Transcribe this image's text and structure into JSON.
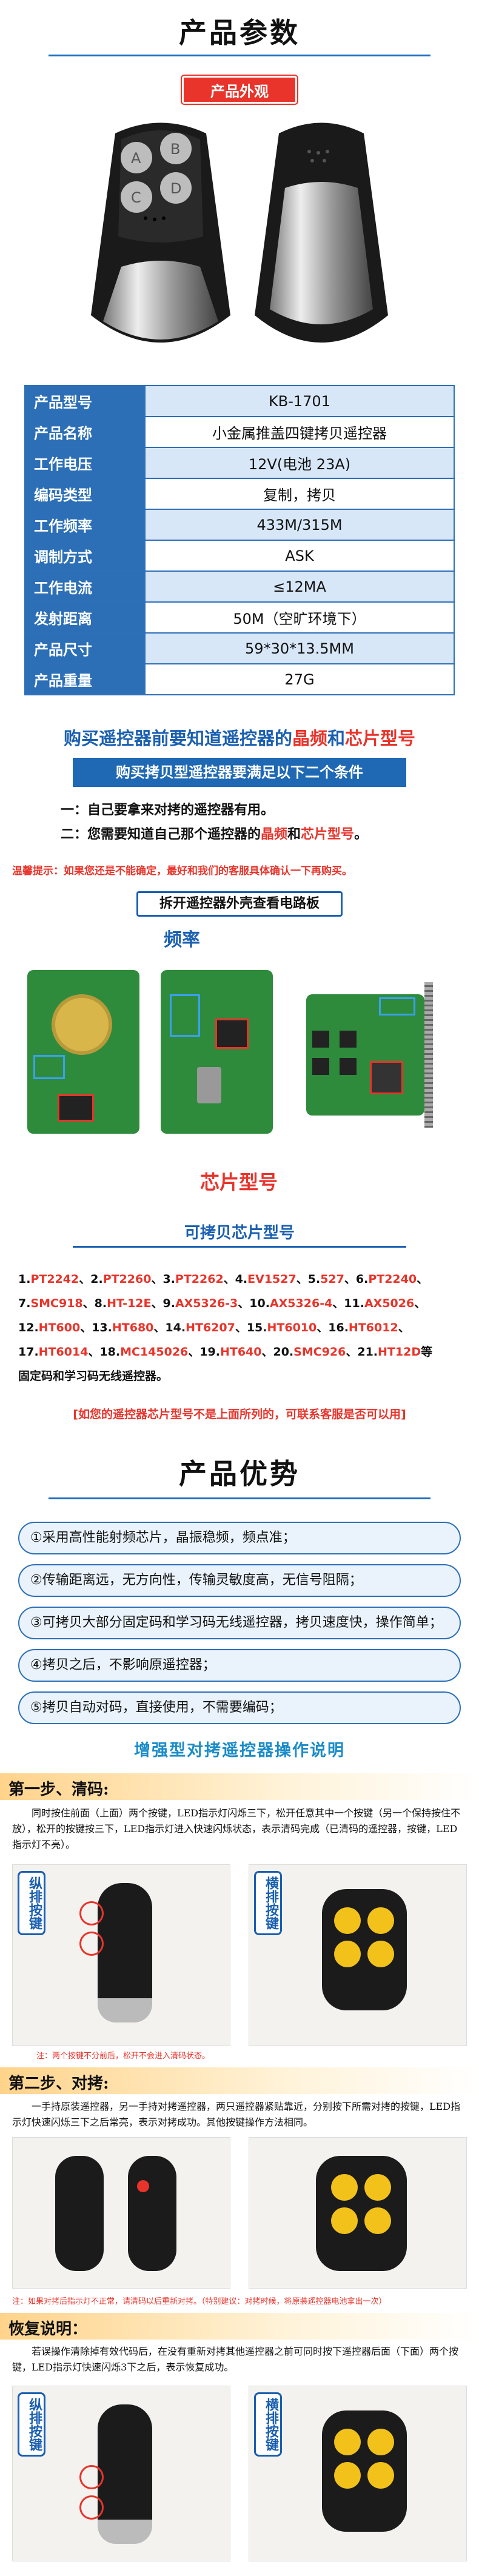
{
  "product_params": {
    "title": "产品参数",
    "appearance_label": "产品外观",
    "specs": [
      {
        "key": "产品型号",
        "value": "KB-1701"
      },
      {
        "key": "产品名称",
        "value": "小金属推盖四键拷贝遥控器"
      },
      {
        "key": "工作电压",
        "value": "12V(电池 23A)"
      },
      {
        "key": "编码类型",
        "value": "复制，拷贝"
      },
      {
        "key": "工作频率",
        "value": "433M/315M"
      },
      {
        "key": "调制方式",
        "value": "ASK"
      },
      {
        "key": "工作电流",
        "value": "≤12MA"
      },
      {
        "key": "发射距离",
        "value": "50M（空旷环境下）"
      },
      {
        "key": "产品尺寸",
        "value": "59*30*13.5MM"
      },
      {
        "key": "产品重量",
        "value": "27G"
      }
    ]
  },
  "notice": {
    "headline_a": "购买遥控器前要知道遥控器的",
    "headline_b": "晶频",
    "headline_c": "和",
    "headline_d": "芯片型号",
    "condition_bar": "购买拷贝型遥控器要满足以下二个条件",
    "cond1": "一：自己要拿来对拷的遥控器有用。",
    "cond2_a": "二：您需要知道自己那个遥控器的",
    "cond2_b": "晶频",
    "cond2_c": "和",
    "cond2_d": "芯片型号",
    "cond2_e": "。",
    "warm_a": "温馨提示：",
    "warm_b": "如果您还是不能确定，最好和我们的客服具体确认一下再购买。",
    "disassemble_label": "拆开遥控器外壳查看电路板",
    "freq_label": "频率",
    "chip_label": "芯片型号"
  },
  "chips": {
    "title": "可拷贝芯片型号",
    "line1": [
      {
        "n": "1.",
        "c": "PT2242"
      },
      {
        "n": "、2.",
        "c": "PT2260"
      },
      {
        "n": "、3.",
        "c": "PT2262"
      },
      {
        "n": "、4.",
        "c": "EV1527"
      },
      {
        "n": "、5.",
        "c": "527"
      },
      {
        "n": "、6.",
        "c": "PT2240"
      },
      {
        "n": "、",
        "c": ""
      }
    ],
    "line2": [
      {
        "n": "7.",
        "c": "SMC918"
      },
      {
        "n": "、8.",
        "c": "HT-12E"
      },
      {
        "n": "、9.",
        "c": "AX5326-3"
      },
      {
        "n": "、10.",
        "c": "AX5326-4"
      },
      {
        "n": "、11.",
        "c": "AX5026"
      },
      {
        "n": "、",
        "c": ""
      }
    ],
    "line3": [
      {
        "n": "12.",
        "c": "HT600"
      },
      {
        "n": "、13.",
        "c": "HT680"
      },
      {
        "n": "、14.",
        "c": "HT6207"
      },
      {
        "n": "、15.",
        "c": "HT6010"
      },
      {
        "n": "、16.",
        "c": "HT6012"
      },
      {
        "n": "、",
        "c": ""
      }
    ],
    "line4": [
      {
        "n": "17.",
        "c": "HT6014"
      },
      {
        "n": "、18.",
        "c": "MC145026"
      },
      {
        "n": "、19.",
        "c": "HT640"
      },
      {
        "n": "、20.",
        "c": "SMC926"
      },
      {
        "n": "、21.",
        "c": "HT12D"
      },
      {
        "n": "等",
        "c": ""
      }
    ],
    "line5": "固定码和学习码无线遥控器。",
    "footnote": "[如您的遥控器芯片型号不是上面所列的，可联系客服是否可以用]"
  },
  "advantages": {
    "title": "产品优势",
    "items": [
      "①采用高性能射频芯片，晶振稳频，频点准；",
      "②传输距离远，无方向性，传输灵敏度高，无信号阻隔；",
      "③可拷贝大部分固定码和学习码无线遥控器，拷贝速度快，操作简单；",
      "④拷贝之后，不影响原遥控器；",
      "⑤拷贝自动对码，直接使用，不需要编码；"
    ],
    "guide_title": "增强型对拷遥控器操作说明"
  },
  "steps": {
    "step1_title": "第一步、清码:",
    "step1_text": "同时按住前面（上面）两个按键，LED指示灯闪烁三下，松开任意其中一个按键（另一个保持按住不放），松开的按键按三下，LED指示灯进入快速闪烁状态，表示清码完成（已清码的遥控器，按键，LED指示灯不亮）。",
    "step1_tag_left": "纵排按键",
    "step1_tag_right": "横排按键",
    "step1_caption": "注：两个按键不分前后，松开不会进入清码状态。",
    "step2_title": "第二步、对拷:",
    "step2_text": "一手持原装遥控器，另一手持对拷遥控器，两只遥控器紧贴靠近，分别按下所需对拷的按键，LED指示灯快速闪烁三下之后常亮，表示对拷成功。其他按键操作方法相同。",
    "step2_caption": "注：如果对拷后指示灯不正常，请清码以后重新对拷。（特别建议：对拷时候，将原装遥控器电池拿出一次）",
    "restore_title": "恢复说明：",
    "restore_text": "若误操作清除掉有效代码后，在没有重新对拷其他遥控器之前可同时按下遥控器后面（下面）两个按键，LED指示灯快速闪烁3下之后，表示恢复成功。",
    "restore_tag_left": "纵排按键",
    "restore_tag_right": "横排按键"
  },
  "colors": {
    "blue": "#2c6fb6",
    "red": "#e8342b",
    "light_blue": "#d7e7f7"
  }
}
